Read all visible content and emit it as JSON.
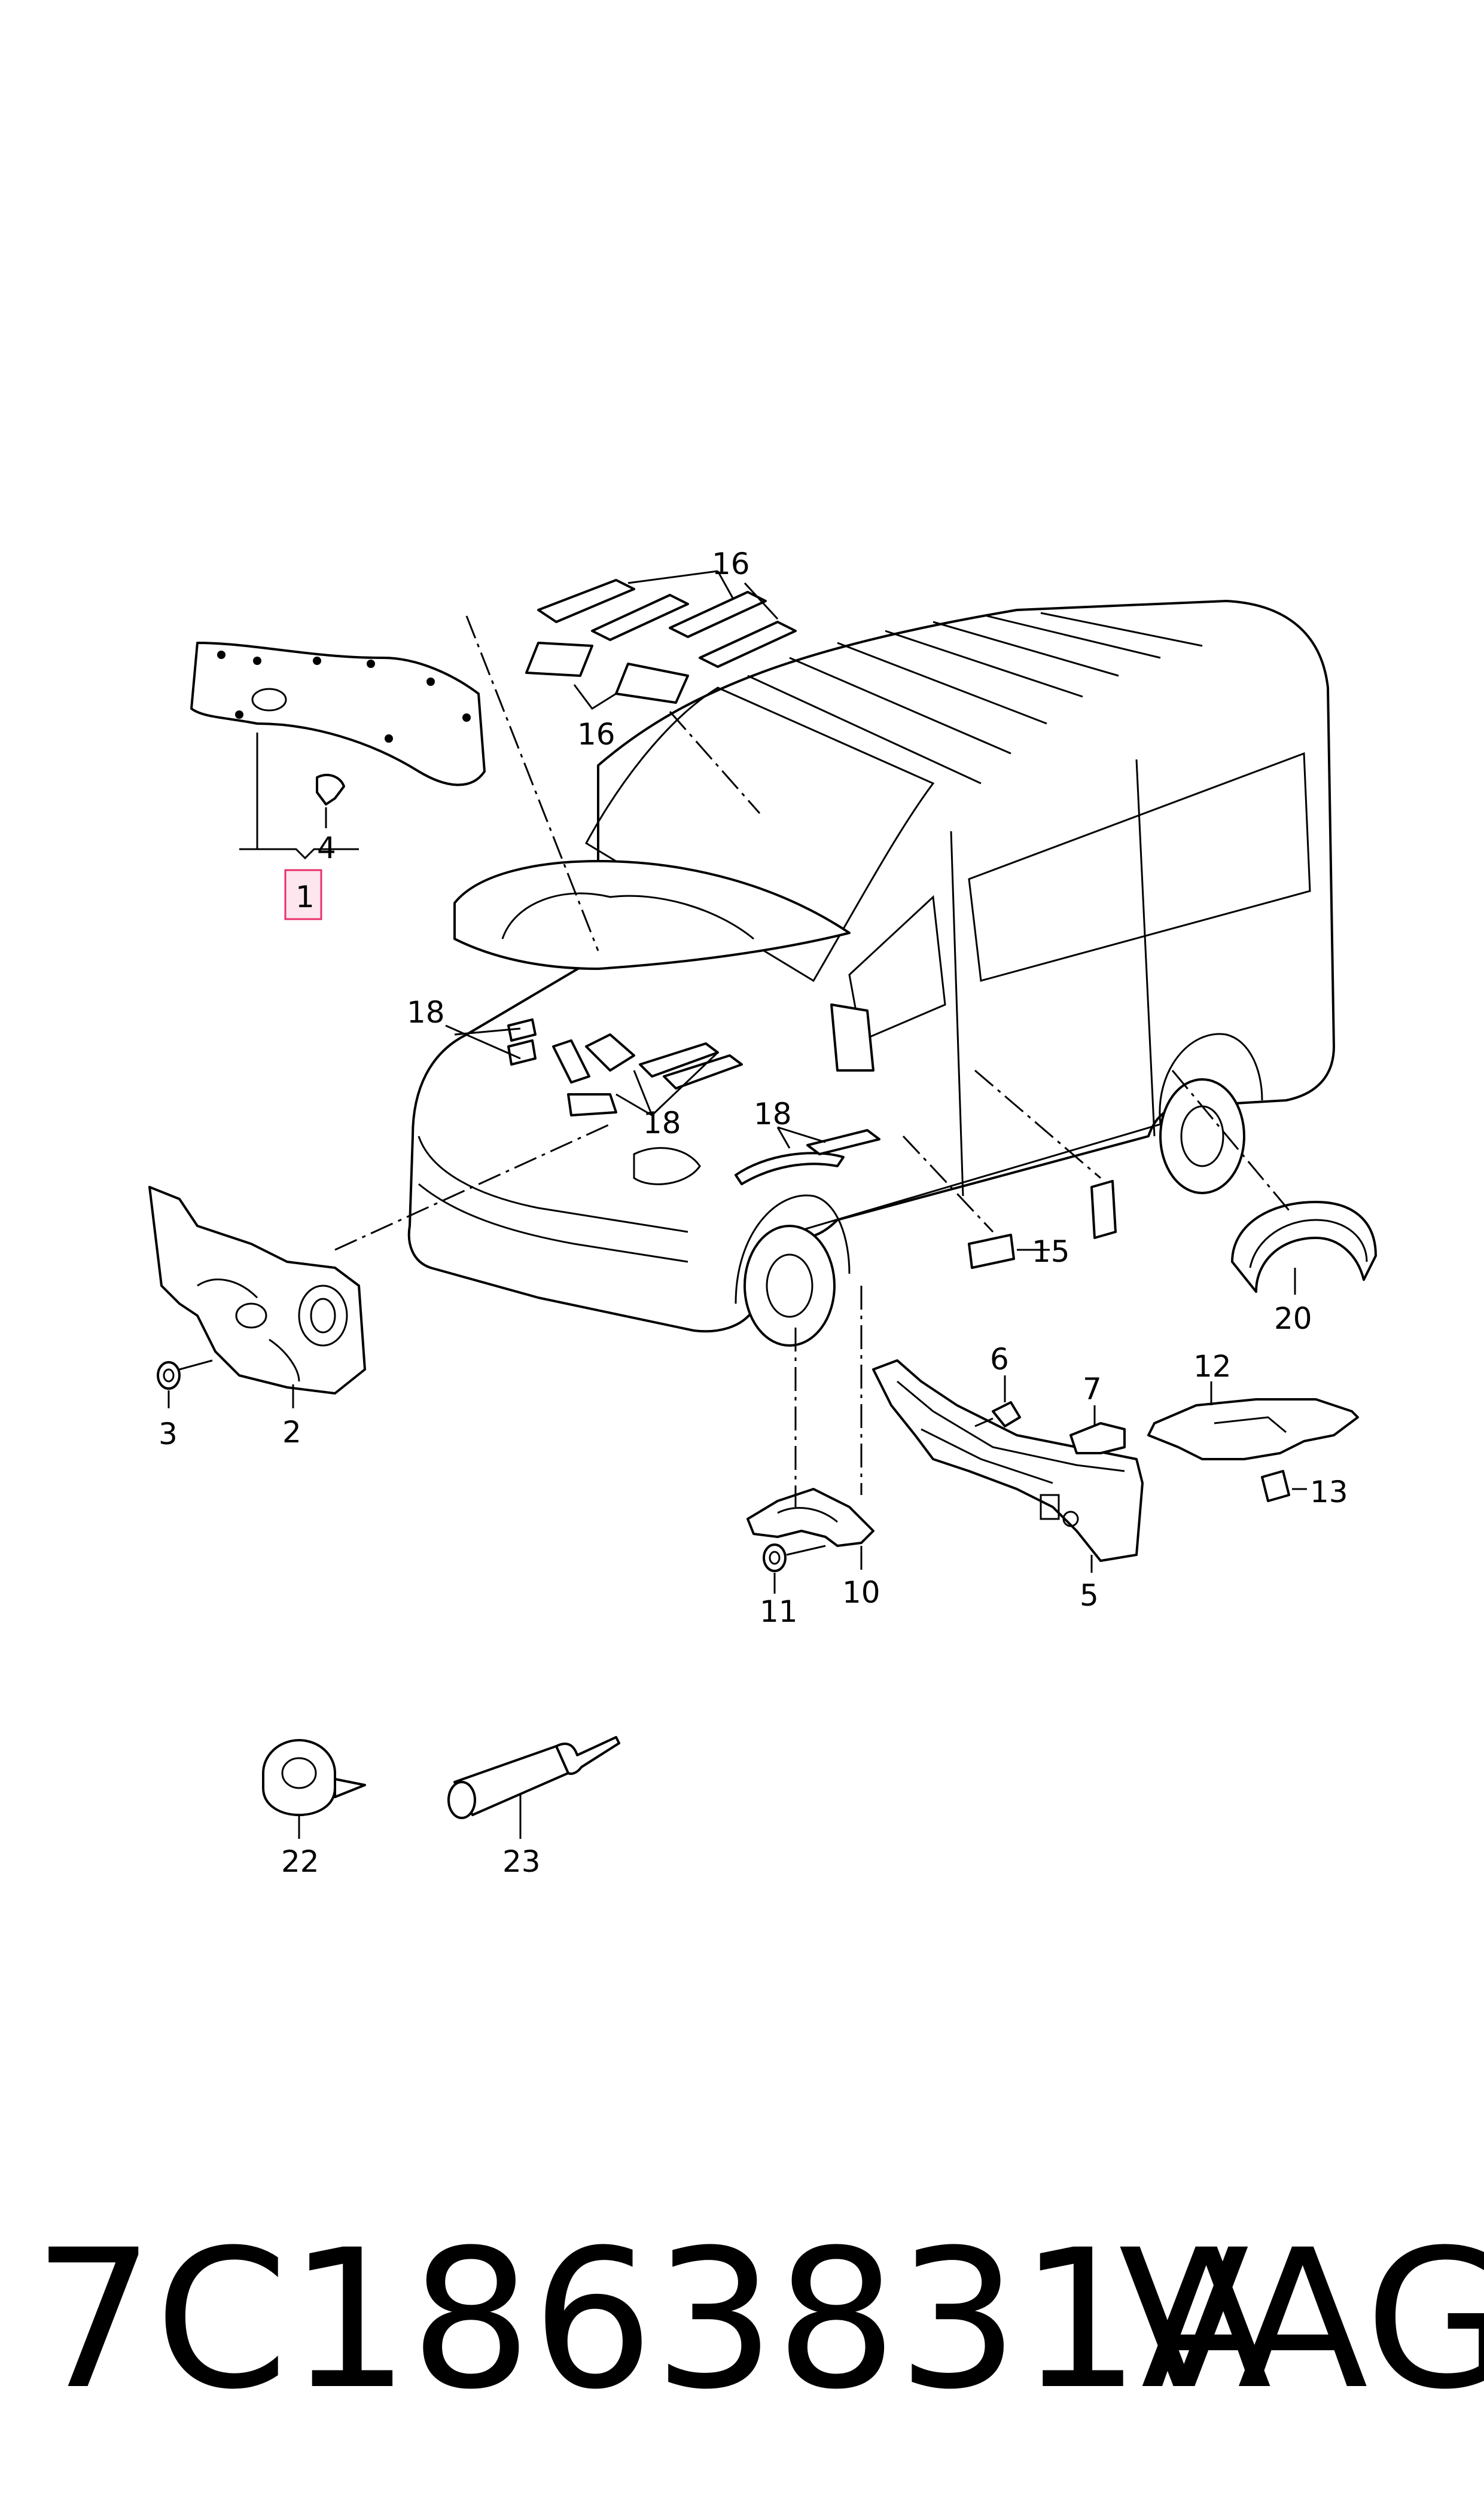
{
  "diagram": {
    "callouts": {
      "c1": "1",
      "c2": "2",
      "c3": "3",
      "c4": "4",
      "c5": "5",
      "c6": "6",
      "c7": "7",
      "c10": "10",
      "c11": "11",
      "c12": "12",
      "c13": "13",
      "c15": "15",
      "c16a": "16",
      "c16b": "16",
      "c18a": "18",
      "c18b": "18",
      "c18c": "18",
      "c20": "20",
      "c22": "22",
      "c23": "23"
    },
    "highlighted_callout": "1",
    "highlight_color": "#e8306a"
  },
  "footer": {
    "part_number": "7C1863831A",
    "brand": "VAG"
  }
}
